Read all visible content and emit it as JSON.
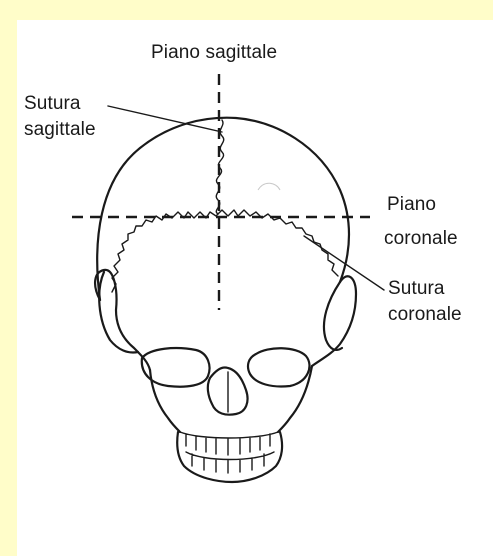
{
  "labels": {
    "sagittal_plane": "Piano sagittale",
    "sagittal_suture_line1": "Sutura",
    "sagittal_suture_line2": "sagittale",
    "coronal_plane_line1": "Piano",
    "coronal_plane_line2": "coronale",
    "coronal_suture_line1": "Sutura",
    "coronal_suture_line2": "coronale"
  },
  "colors": {
    "frame_background": "#fffdc9",
    "paper": "#ffffff",
    "ink": "#1a1a1a"
  }
}
